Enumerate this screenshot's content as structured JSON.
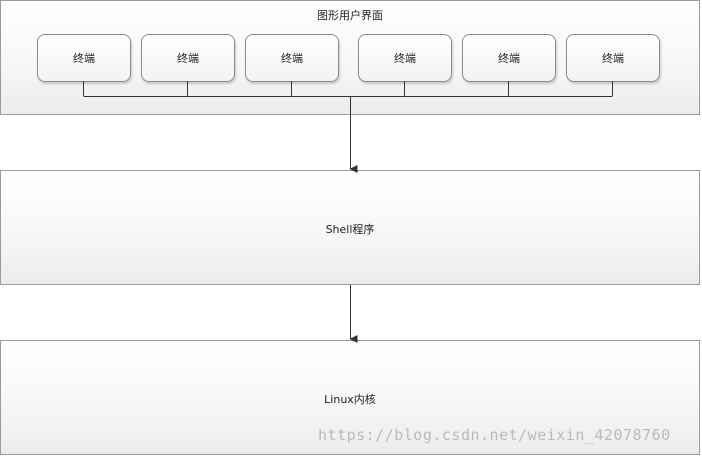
{
  "layers": {
    "gui": {
      "title": "图形用户界面"
    },
    "shell": {
      "title": "Shell程序"
    },
    "kernel": {
      "title": "Linux内核"
    }
  },
  "terminals": [
    "终端",
    "终端",
    "终端",
    "终端",
    "终端",
    "终端"
  ],
  "watermark": "https://blog.csdn.net/weixin_42078760",
  "colors": {
    "border": "#9a9a9a",
    "line": "#333333",
    "box_fill_top": "#ffffff",
    "box_fill_bottom": "#ececec"
  }
}
